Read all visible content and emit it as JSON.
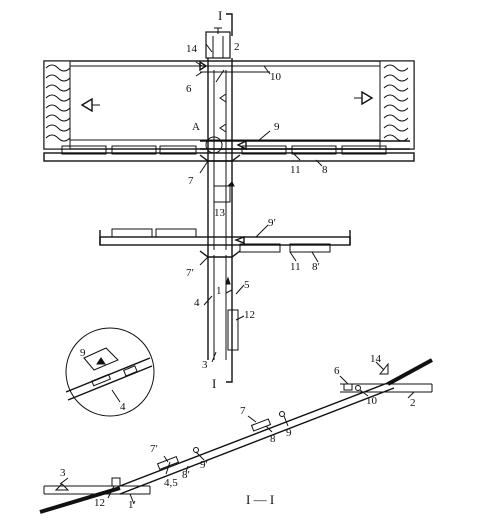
{
  "labels": {
    "section_top": "I",
    "section_bottom": "I",
    "section_title": "I — I",
    "n1": "1",
    "n2": "2",
    "n3": "3",
    "n4": "4",
    "n5": "5",
    "n6": "6",
    "n7": "7",
    "n7p": "7′",
    "n8": "8",
    "n8p": "8′",
    "n9": "9",
    "n9p": "9′",
    "n10": "10",
    "n11": "11",
    "n11b": "11",
    "n12": "12",
    "n13": "13",
    "n14": "14",
    "nA": "A",
    "s14": "14",
    "s6": "6",
    "s10": "10",
    "s2": "2",
    "s7": "7",
    "s8": "8",
    "s9": "9",
    "s7p": "7′",
    "s8p": "8′",
    "s9p": "9′",
    "s3": "3",
    "s12": "12",
    "s1p": "1′",
    "s45": "4,5",
    "d9": "9",
    "d4": "4"
  }
}
